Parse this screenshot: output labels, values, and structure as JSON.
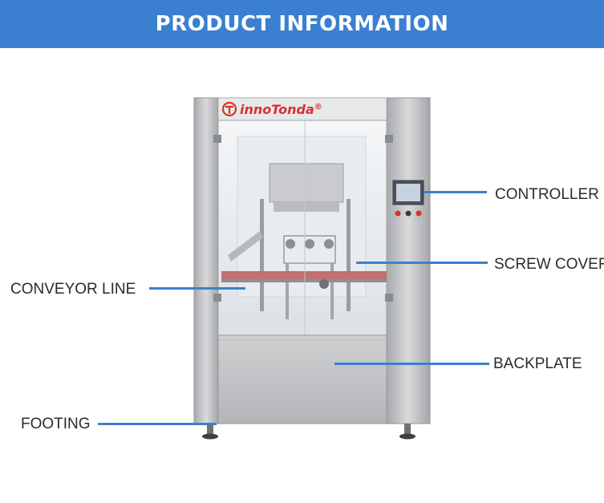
{
  "header": {
    "title": "PRODUCT INFORMATION"
  },
  "logo": {
    "brand": "innoTonda",
    "mark": "®"
  },
  "callouts": {
    "controller": "CONTROLLER",
    "screw_cover": "SCREW COVER",
    "conveyor_line": "CONVEYOR LINE",
    "backplate": "BACKPLATE",
    "footing": "FOOTING"
  },
  "colors": {
    "banner": "#3a7fd0",
    "leader_line": "#3a7fd0",
    "brand_red": "#d8322c",
    "steel": "#c8c9cb"
  }
}
